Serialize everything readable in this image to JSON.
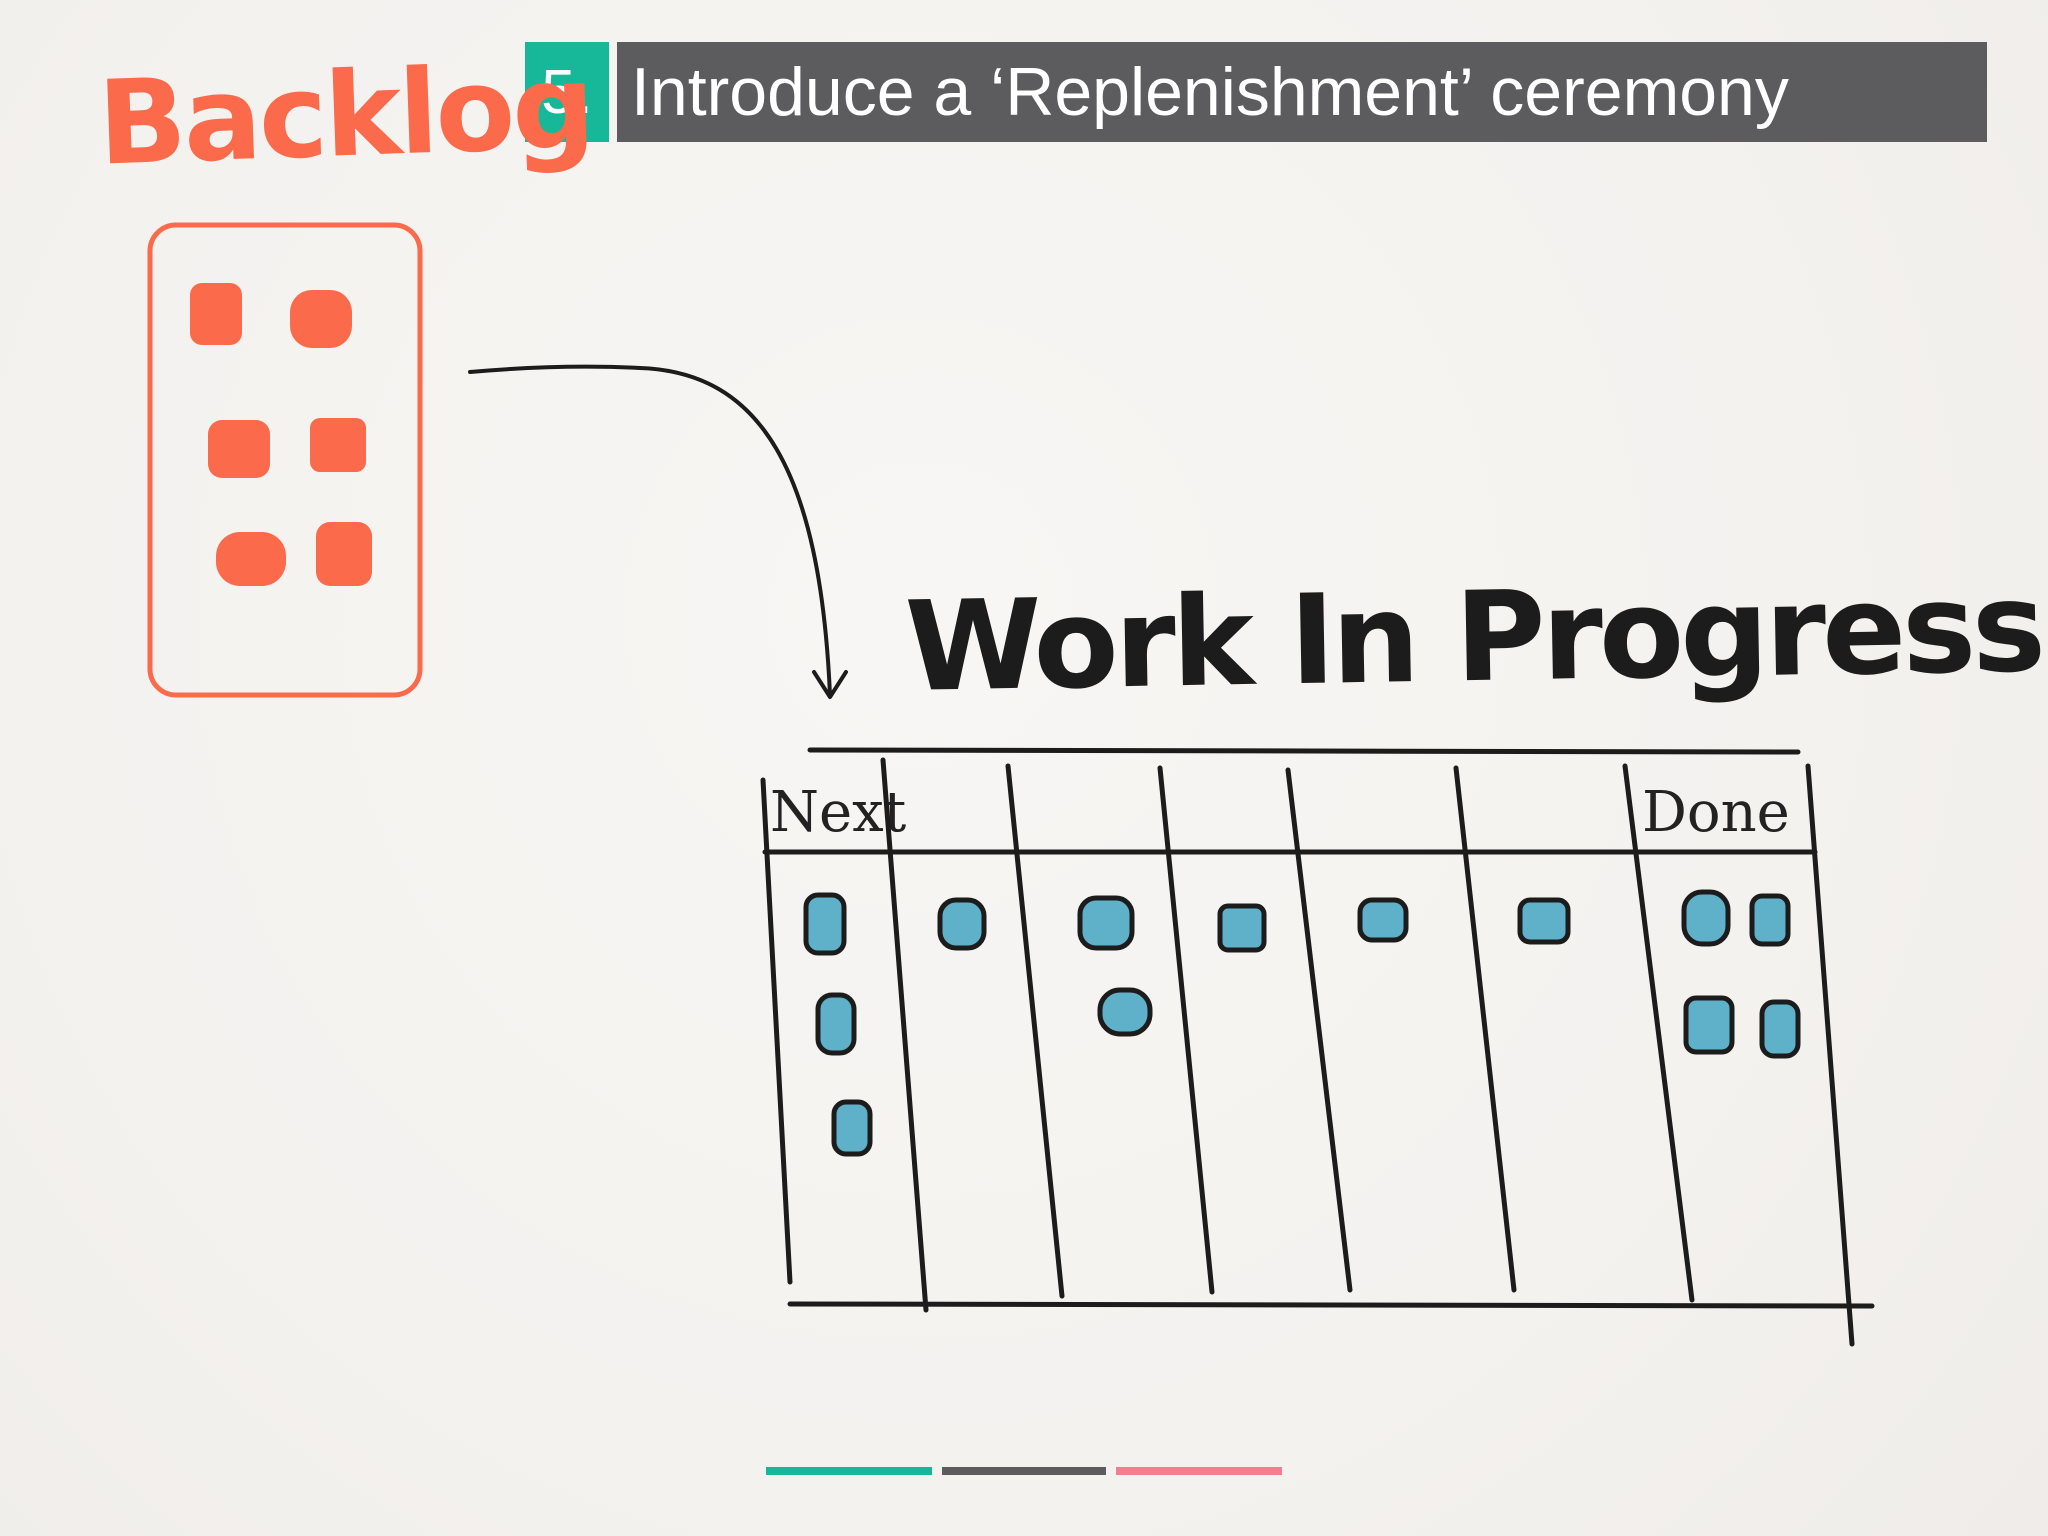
{
  "header": {
    "step_number": "5.",
    "title": "Introduce a ‘Replenishment’ ceremony"
  },
  "backlog": {
    "title": "Backlog",
    "card_count": 6
  },
  "board": {
    "title": "Work In Progress",
    "columns": [
      {
        "label": "Next",
        "cards": 3
      },
      {
        "label": "",
        "cards": 1
      },
      {
        "label": "",
        "cards": 2
      },
      {
        "label": "",
        "cards": 1
      },
      {
        "label": "",
        "cards": 1
      },
      {
        "label": "",
        "cards": 1
      },
      {
        "label": "Done",
        "cards": 4
      }
    ]
  },
  "colors": {
    "teal": "#17b79a",
    "header_gray": "#5c5c5e",
    "backlog_orange": "#fb6a4a",
    "card_blue": "#5fb0c9",
    "ink": "#1c1c1c",
    "footer_pink": "#f47e8e"
  },
  "icons": {
    "arrow": "curved-arrow-icon"
  }
}
